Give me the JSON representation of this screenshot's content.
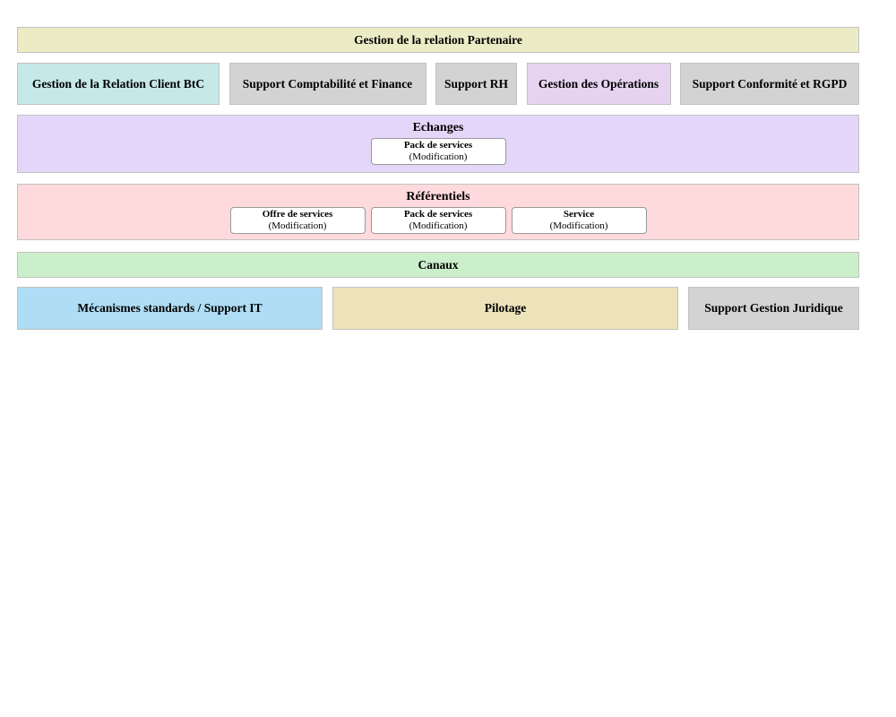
{
  "diagram": {
    "top_bar": {
      "label": "Gestion de la relation Partenaire",
      "bg": "#ebecc6"
    },
    "capability_row": [
      {
        "label": "Gestion de la Relation Client BtC",
        "bg": "#c5e8e8"
      },
      {
        "label": "Support Comptabilité et Finance",
        "bg": "#d3d3d3"
      },
      {
        "label": "Support RH",
        "bg": "#d3d3d3"
      },
      {
        "label": "Gestion des Opérations",
        "bg": "#e6d3f0"
      },
      {
        "label": "Support Conformité et RGPD",
        "bg": "#d3d3d3"
      }
    ],
    "echanges": {
      "title": "Echanges",
      "bg": "#e4d6f8",
      "items": [
        {
          "title": "Pack de services",
          "subtitle": "(Modification)"
        }
      ]
    },
    "referentiels": {
      "title": "Référentiels",
      "bg": "#ffdadd",
      "items": [
        {
          "title": "Offre de services",
          "subtitle": "(Modification)"
        },
        {
          "title": "Pack de services",
          "subtitle": "(Modification)"
        },
        {
          "title": "Service",
          "subtitle": "(Modification)"
        }
      ]
    },
    "canaux": {
      "title": "Canaux",
      "bg": "#ccefcb"
    },
    "bottom_row": [
      {
        "label": "Mécanismes standards / Support IT",
        "bg": "#aeddf5"
      },
      {
        "label": "Pilotage",
        "bg": "#ece3ba"
      },
      {
        "label": "Support Gestion Juridique",
        "bg": "#d3d3d3"
      }
    ],
    "border_color": "#c2c2c2"
  }
}
